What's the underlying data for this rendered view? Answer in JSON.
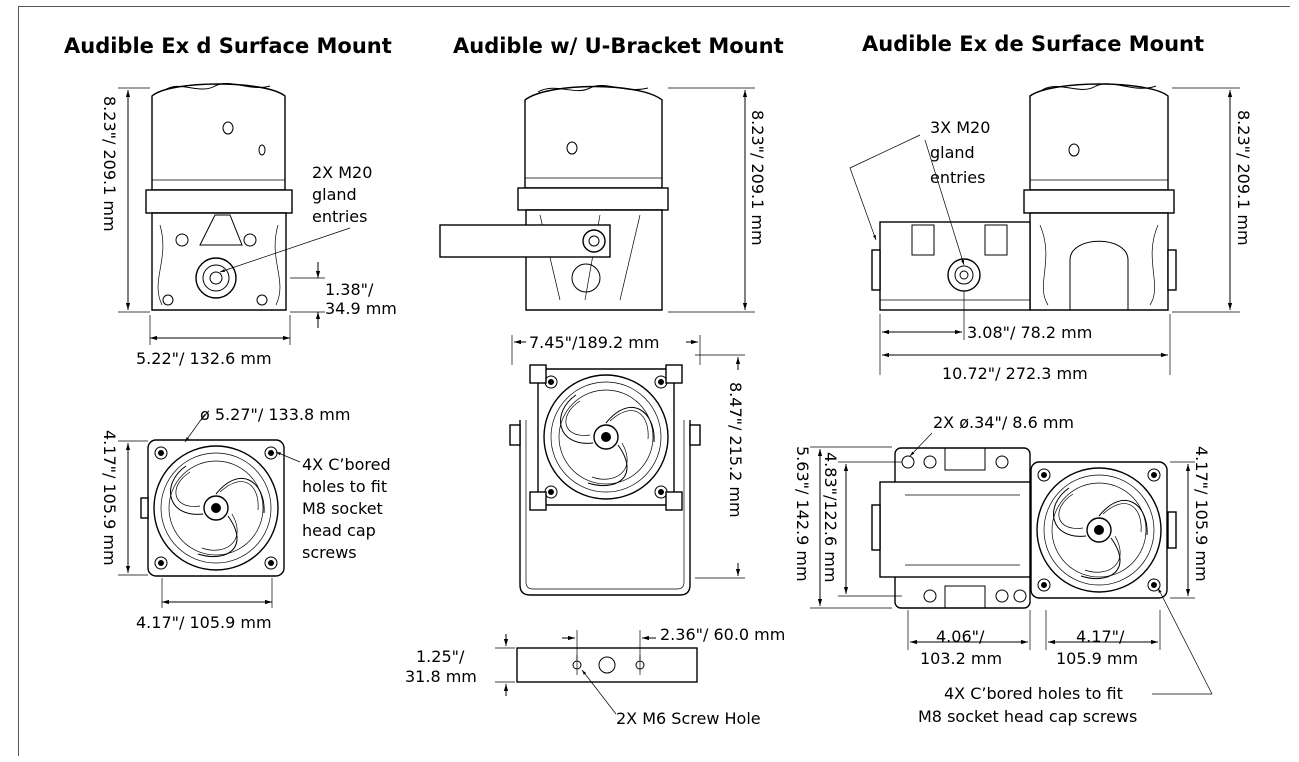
{
  "titles": {
    "exd": "Audible Ex d Surface Mount",
    "ubracket": "Audible w/ U-Bracket Mount",
    "exde": "Audible Ex de Surface Mount"
  },
  "exd": {
    "height_dim": "8.23\"/ 209.1 mm",
    "gland": [
      "2X M20",
      "gland",
      "entries"
    ],
    "gland_height": [
      "1.38\"/",
      "34.9 mm"
    ],
    "width_dim": "5.22\"/ 132.6 mm",
    "dia_dim": "ø 5.27\"/ 133.8 mm",
    "base_height": "4.17\"/ 105.9 mm",
    "holes": [
      "4X C’bored",
      "holes to fit",
      "M8 socket",
      "head cap",
      "screws"
    ],
    "base_width": "4.17\"/ 105.9 mm"
  },
  "ubracket": {
    "height_dim": "8.23\"/ 209.1 mm",
    "width_dim": "7.45\"/189.2 mm",
    "bracket_height": "8.47\"/ 215.2 mm",
    "plate_height": [
      "1.25\"/",
      "31.8 mm"
    ],
    "hole_spacing": "2.36\"/ 60.0 mm",
    "screw_hole": "2X M6 Screw Hole"
  },
  "exde": {
    "gland": [
      "3X M20",
      "gland",
      "entries"
    ],
    "height_dim": "8.23\"/ 209.1 mm",
    "gland_offset": "3.08\"/ 78.2 mm",
    "total_width": "10.72\"/ 272.3 mm",
    "mount_holes": "2X ø.34\"/ 8.6 mm",
    "overall_height": "5.63\"/ 142.9 mm",
    "inner_height": "4.83\"/122.6 mm",
    "base_height": "4.17\"/ 105.9 mm",
    "box_width": [
      "4.06\"/",
      "103.2 mm"
    ],
    "base_width": [
      "4.17\"/",
      "105.9 mm"
    ],
    "holes": [
      "4X C’bored holes to fit",
      "M8 socket head cap screws"
    ]
  }
}
